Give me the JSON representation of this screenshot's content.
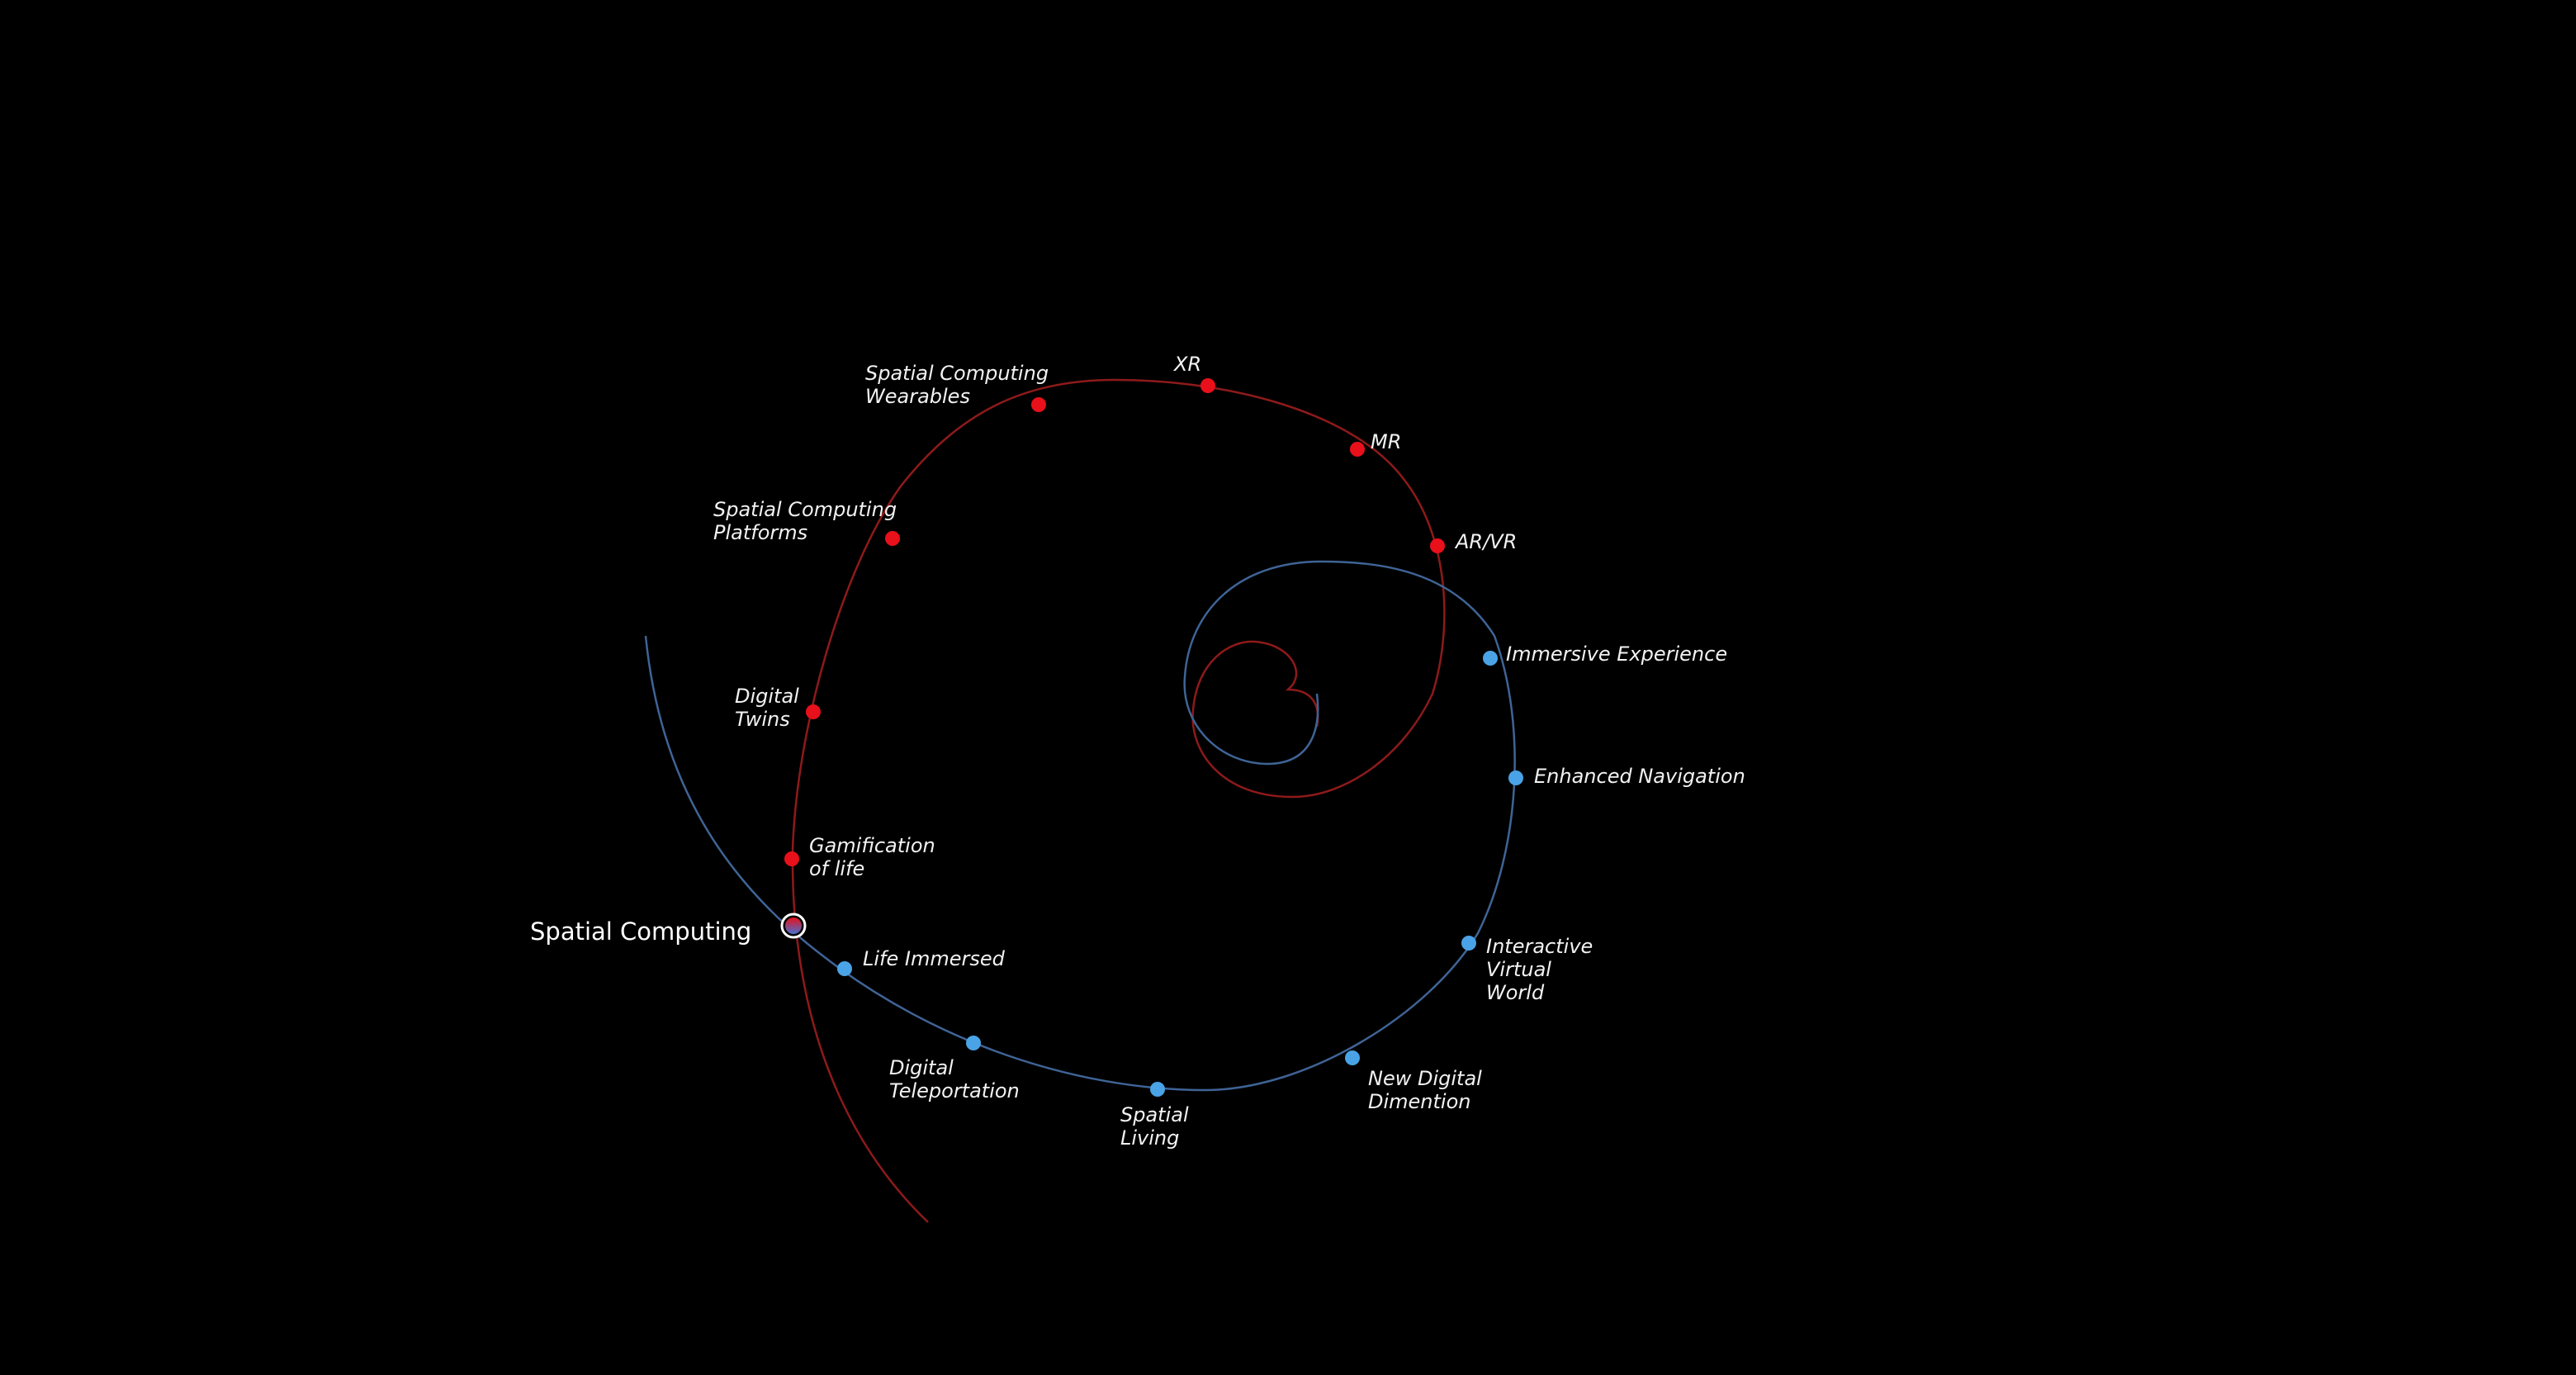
{
  "center": {
    "label": "Spatial Computing"
  },
  "colors": {
    "background": "#000000",
    "red_spiral": "#8e1a1a",
    "blue_spiral": "#3f6496",
    "red_node": "#e8101a",
    "blue_node": "#4aa3e6",
    "text": "#f2f2f2"
  },
  "red_nodes": [
    {
      "lines": [
        "Gamification",
        "of life"
      ]
    },
    {
      "lines": [
        "Digital",
        "Twins"
      ]
    },
    {
      "lines": [
        "Spatial Computing",
        "Platforms"
      ]
    },
    {
      "lines": [
        "Spatial Computing",
        "Wearables"
      ]
    },
    {
      "lines": [
        "XR"
      ]
    },
    {
      "lines": [
        "MR"
      ]
    },
    {
      "lines": [
        "AR/VR"
      ]
    }
  ],
  "blue_nodes": [
    {
      "lines": [
        "Life Immersed"
      ]
    },
    {
      "lines": [
        "Digital",
        "Teleportation"
      ]
    },
    {
      "lines": [
        "Spatial",
        "Living"
      ]
    },
    {
      "lines": [
        "New Digital",
        "Dimention"
      ]
    },
    {
      "lines": [
        "Interactive",
        "Virtual",
        "World"
      ]
    },
    {
      "lines": [
        "Enhanced Navigation"
      ]
    },
    {
      "lines": [
        "Immersive Experience"
      ]
    }
  ]
}
